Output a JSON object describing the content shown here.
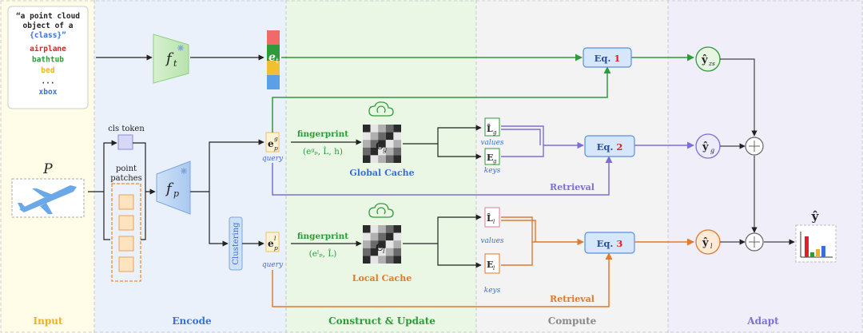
{
  "colors": {
    "input_bg": "#fffde8",
    "encode_bg": "#eaf1fb",
    "construct_bg": "#e9f7e4",
    "compute_bg": "#f2f2f2",
    "adapt_bg": "#efeef9",
    "green": "#2e9a3a",
    "blue": "#3a6fd8",
    "purple": "#7b6fd6",
    "orange": "#e07a2e",
    "red": "#e0202a",
    "gold": "#f0b020"
  },
  "prompt": {
    "lines": [
      "“a point cloud",
      "object of a",
      "{class}”"
    ],
    "classes": [
      {
        "name": "airplane",
        "color": "#e0202a"
      },
      {
        "name": "bathtub",
        "color": "#2e9a3a"
      },
      {
        "name": "bed",
        "color": "#f0b020"
      },
      {
        "name": "...",
        "color": "#333333"
      },
      {
        "name": "xbox",
        "color": "#3a6fd8"
      }
    ]
  },
  "input": {
    "symbol": "P"
  },
  "encoders": {
    "text": {
      "main": "f",
      "sub": "t"
    },
    "point": {
      "main": "f",
      "sub": "p"
    }
  },
  "text_embedding": {
    "main": "e",
    "sub": "t"
  },
  "cls_token_label": "cls token",
  "point_patches_label": [
    "point",
    "patches"
  ],
  "clustering_label": "Clustering",
  "global_branch": {
    "query_main": "e",
    "query_sup": "g",
    "query_sub": "p",
    "query_label": "query",
    "fingerprint_label": "fingerprint",
    "fingerprint_args": "(eᵍₚ, L̂, h)",
    "cache_symbol": "C",
    "cache_sub": "g",
    "cache_name": "Global Cache",
    "values_symbol": "L̂",
    "values_sub": "g",
    "values_label": "values",
    "keys_symbol": "E",
    "keys_sub": "g",
    "keys_label": "keys",
    "retrieval_label": "Retrieval"
  },
  "local_branch": {
    "query_main": "e",
    "query_sup": "l",
    "query_sub": "p",
    "query_label": "query",
    "fingerprint_label": "fingerprint",
    "fingerprint_args": "(eˡₚ, L̂)",
    "cache_symbol": "C",
    "cache_sub": "l",
    "cache_name": "Local Cache",
    "values_symbol": "L̂",
    "values_sub": "l",
    "values_label": "values",
    "keys_symbol": "E",
    "keys_sub": "l",
    "keys_label": "keys",
    "retrieval_label": "Retrieval"
  },
  "equations": [
    {
      "prefix": "Eq. ",
      "num": "1"
    },
    {
      "prefix": "Eq. ",
      "num": "2"
    },
    {
      "prefix": "Eq. ",
      "num": "3"
    }
  ],
  "outputs": {
    "zs": {
      "main": "ŷ",
      "sub": "zs"
    },
    "g": {
      "main": "ŷ",
      "sub": "g"
    },
    "l": {
      "main": "ŷ",
      "sub": "l"
    },
    "final": "ŷ"
  },
  "stages": [
    "Input",
    "Encode",
    "Construct & Update",
    "Compute",
    "Adapt"
  ]
}
